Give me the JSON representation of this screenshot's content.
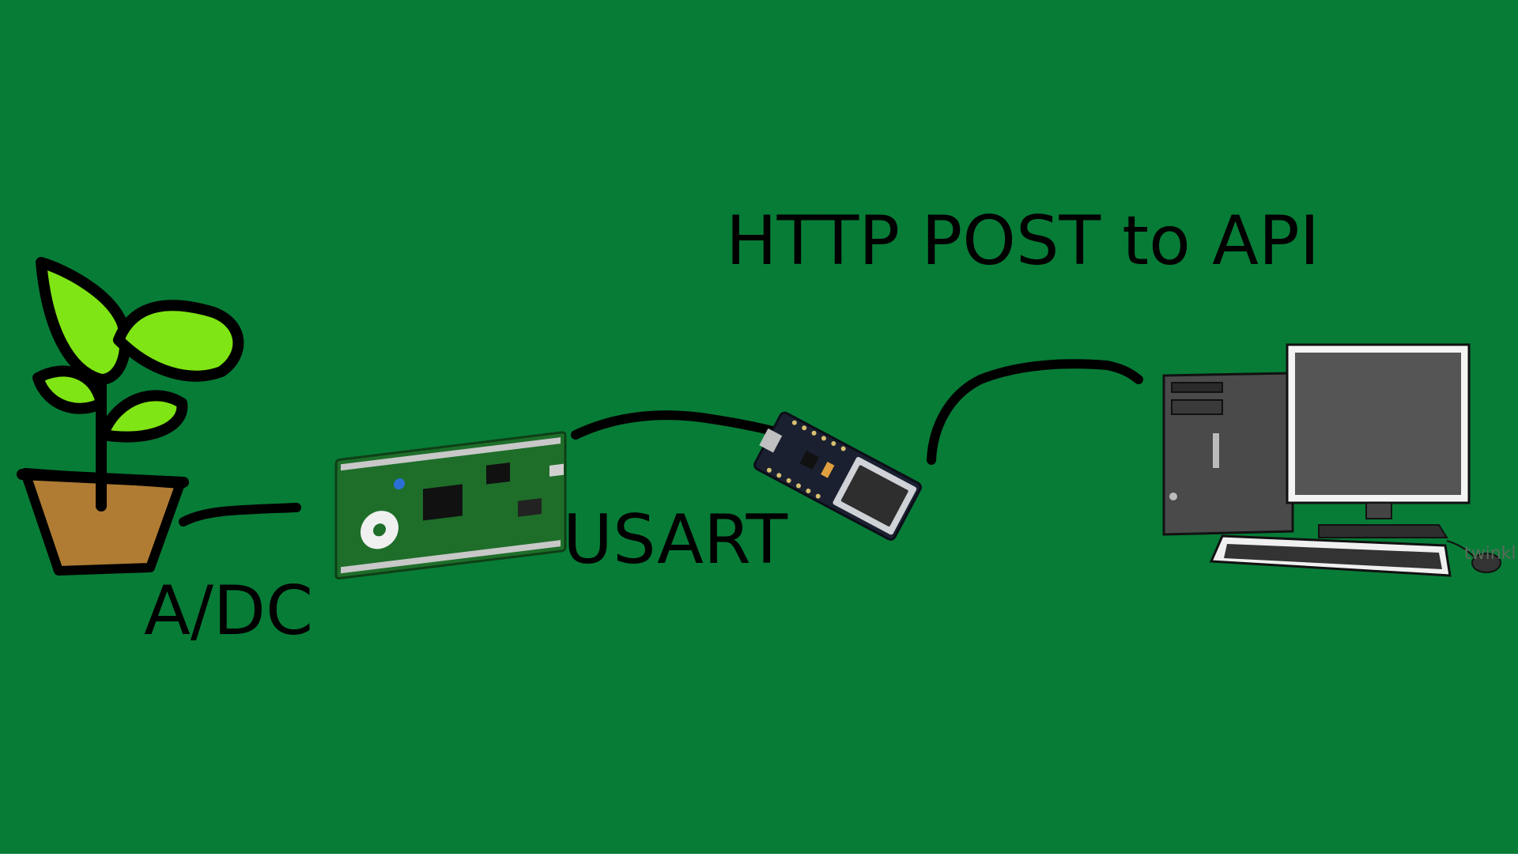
{
  "colors": {
    "background": "#077c37",
    "ink": "#000000",
    "leaf": "#80e514",
    "pot": "#b07c34",
    "pcb": "#1e6e2a",
    "esp32_board": "#1a2030",
    "computer_case": "#4a4a4a",
    "monitor_screen": "#555555"
  },
  "nodes": [
    {
      "id": "plant",
      "icon": "potted-plant-icon"
    },
    {
      "id": "stm32",
      "icon": "stm32-discovery-board-icon"
    },
    {
      "id": "esp32",
      "icon": "esp32-devkit-board-icon"
    },
    {
      "id": "computer",
      "icon": "desktop-computer-icon"
    }
  ],
  "edges": [
    {
      "from": "plant",
      "to": "stm32",
      "label": "A/DC"
    },
    {
      "from": "stm32",
      "to": "esp32",
      "label": "USART"
    },
    {
      "from": "esp32",
      "to": "computer",
      "label": "HTTP POST to API"
    }
  ],
  "watermark": "twinkl"
}
